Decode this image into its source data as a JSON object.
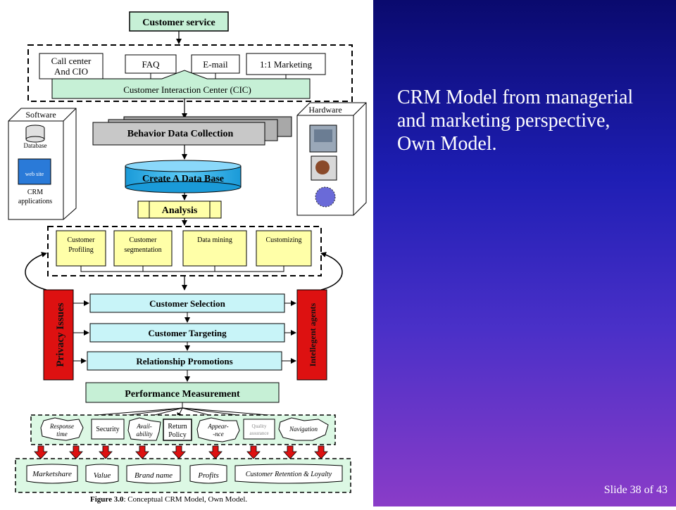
{
  "slide": {
    "description_lines": [
      "CRM Model from managerial",
      "and marketing perspective,",
      "Own Model."
    ],
    "slide_label": "Slide 38",
    "of_label": "of",
    "total": "43"
  },
  "diagram": {
    "customer_service": "Customer service",
    "channels": [
      "Call center",
      "And CIO",
      "FAQ",
      "E-mail",
      "1:1 Marketing"
    ],
    "cic": "Customer Interaction Center (CIC)",
    "software_title": "Software",
    "software_items": [
      "Database",
      "web site",
      "CRM",
      "applications"
    ],
    "hardware_title": "Hardware",
    "behavior": "Behavior Data Collection",
    "database": "Create A Data Base",
    "analysis": "Analysis",
    "analysis_items": [
      {
        "l1": "Customer",
        "l2": "Profiling"
      },
      {
        "l1": "Customer",
        "l2": "segmentation"
      },
      {
        "l1": "Data mining",
        "l2": ""
      },
      {
        "l1": "Customizing",
        "l2": ""
      }
    ],
    "privacy": "Privacy Issues",
    "agents": "Intellegent agents",
    "process_steps": [
      "Customer Selection",
      "Customer Targeting",
      "Relationship Promotions"
    ],
    "performance": "Performance Measurement",
    "metrics": [
      {
        "l1": "Response",
        "l2": "time"
      },
      {
        "l1": "Security",
        "l2": ""
      },
      {
        "l1": "Avail-",
        "l2": "ability"
      },
      {
        "l1": "Return",
        "l2": "Policy"
      },
      {
        "l1": "Appear-",
        "l2": "-nce"
      },
      {
        "l1": "Quality",
        "l2": "assurance"
      },
      {
        "l1": "Navigation",
        "l2": ""
      }
    ],
    "outcomes": [
      "Marketshare",
      "Value",
      "Brand name",
      "Profits",
      "Customer Retention & Loyalty"
    ],
    "caption_bold": "Figure 3.0",
    "caption_rest": ": Conceptual CRM Model, Own Model."
  },
  "colors": {
    "mint": "#c6f0d6",
    "cyan": "#2ab4f0",
    "light_cyan": "#c8f4f8",
    "yellow": "#ffffa8",
    "red": "#dd1111",
    "grey": "#b8b8b8"
  }
}
